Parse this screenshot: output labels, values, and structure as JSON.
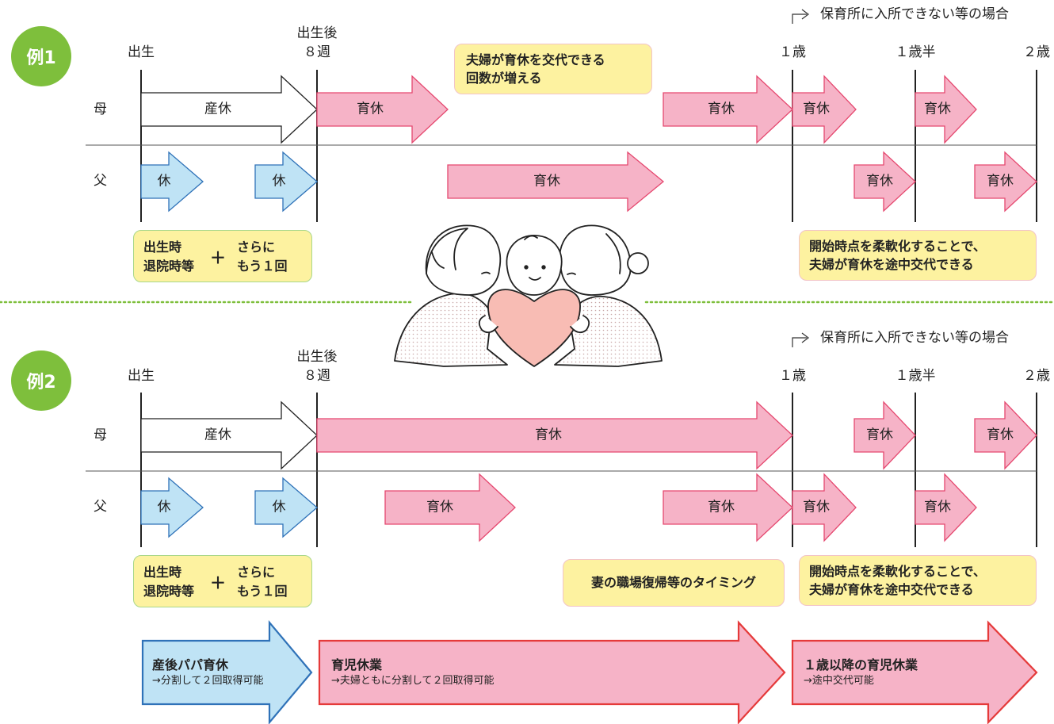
{
  "colors": {
    "pink_fill": "#f6b3c7",
    "pink_stroke": "#e5486f",
    "blue_fill": "#bfe3f5",
    "blue_stroke": "#2f72b8",
    "badge": "#7ebf3c",
    "bubble": "#fdf2a0"
  },
  "example1": {
    "badge": "例1",
    "note": "保育所に入所できない等の場合",
    "timeline": {
      "birth": "出生",
      "week8_a": "出生後",
      "week8_b": "８週",
      "age1": "１歳",
      "age1_5": "１歳半",
      "age2": "２歳"
    },
    "mother_label": "母",
    "father_label": "父",
    "mother_arrows": {
      "maternity": "産休",
      "leave1": "育休",
      "leave2": "育休",
      "leave3": "育休",
      "leave4": "育休"
    },
    "father_arrows": {
      "rest1": "休",
      "rest2": "休",
      "leave1": "育休",
      "leave2": "育休",
      "leave3": "育休"
    },
    "bubble_top": {
      "line1": "夫婦が育休を交代できる",
      "line2": "回数が増える"
    },
    "bubble_left": {
      "line1": "出生時",
      "line2": "退院時等",
      "plus": "＋",
      "line3": "さらに",
      "line4": "もう１回"
    },
    "bubble_right": {
      "line1": "開始時点を柔軟化することで、",
      "line2": "夫婦が育休を途中交代できる"
    }
  },
  "example2": {
    "badge": "例2",
    "note": "保育所に入所できない等の場合",
    "timeline": {
      "birth": "出生",
      "week8_a": "出生後",
      "week8_b": "８週",
      "age1": "１歳",
      "age1_5": "１歳半",
      "age2": "２歳"
    },
    "mother_label": "母",
    "father_label": "父",
    "mother_arrows": {
      "maternity": "産休",
      "leave1": "育休",
      "leave2": "育休",
      "leave3": "育休"
    },
    "father_arrows": {
      "rest1": "休",
      "rest2": "休",
      "leave1": "育休",
      "leave2": "育休",
      "leave3": "育休",
      "leave4": "育休"
    },
    "bubble_left": {
      "line1": "出生時",
      "line2": "退院時等",
      "plus": "＋",
      "line3": "さらに",
      "line4": "もう１回"
    },
    "bubble_mid": {
      "line1": "妻の職場復帰等のタイミング"
    },
    "bubble_right": {
      "line1": "開始時点を柔軟化することで、",
      "line2": "夫婦が育休を途中交代できる"
    }
  },
  "summary": {
    "papa": {
      "title": "産後パパ育休",
      "sub": "→分割して２回取得可能"
    },
    "childcare": {
      "title": "育児休業",
      "sub": "→夫婦ともに分割して２回取得可能"
    },
    "after1": {
      "title": "１歳以降の育児休業",
      "sub": "→途中交代可能"
    }
  }
}
